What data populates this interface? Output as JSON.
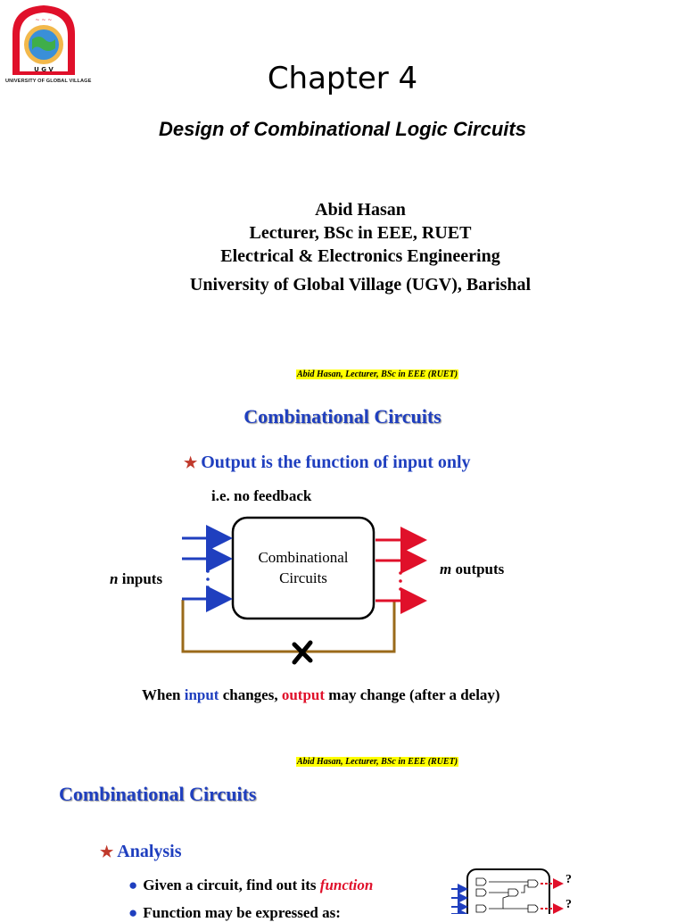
{
  "logo": {
    "label": "UNIVERSITY OF GLOBAL VILLAGE"
  },
  "slide1": {
    "title": "Chapter 4",
    "subtitle": "Design of Combinational Logic Circuits",
    "author": {
      "name": "Abid Hasan",
      "position": "Lecturer, BSc in EEE, RUET",
      "department": "Electrical & Electronics Engineering",
      "university": "University of Global Village (UGV), Barishal"
    }
  },
  "footer_note": "Abid Hasan, Lecturer, BSc in EEE (RUET)",
  "slide2": {
    "heading": "Combinational Circuits",
    "bullet": "Output is the function of input only",
    "note": "i.e. no feedback",
    "diagram": {
      "box_line1": "Combinational",
      "box_line2": "Circuits",
      "inputs_var": "n",
      "inputs_word": " inputs",
      "outputs_var": "m",
      "outputs_word": " outputs"
    },
    "sentence": {
      "part1": "When ",
      "part2": "input",
      "part3": " changes, ",
      "part4": "output",
      "part5": " may change (after a delay)"
    }
  },
  "slide3": {
    "heading": "Combinational Circuits",
    "bullet": "Analysis",
    "sub1_text": "Given a circuit, find out its ",
    "sub1_em": "function",
    "sub2_text": "Function may be expressed as:",
    "question_mark": "?"
  },
  "colors": {
    "heading_blue": "#1f3fbf",
    "accent_red": "#e0102a",
    "feedback_brown": "#9a6a1a",
    "highlight": "#ffff00"
  }
}
